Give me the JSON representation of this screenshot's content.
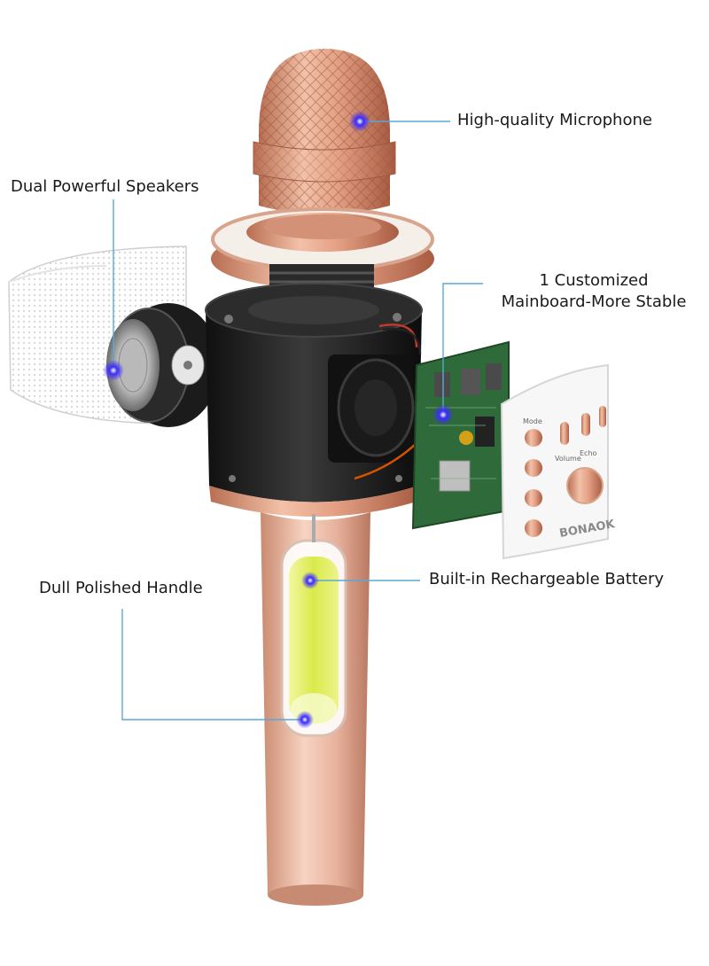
{
  "callouts": {
    "microphone": "High-quality Microphone",
    "speakers": "Dual Powerful Speakers",
    "mainboard_line1": "1 Customized",
    "mainboard_line2": "Mainboard-More Stable",
    "handle": "Dull Polished Handle",
    "battery": "Built-in Rechargeable Battery"
  },
  "panel": {
    "brand": "BONAOK",
    "mode": "Mode",
    "volume": "Volume",
    "echo": "Echo"
  },
  "colors": {
    "leader_line": "#5aa7d6",
    "marker": "#2a1cff",
    "rose_gold": "#e7a58a",
    "body_black": "#1c1c1c",
    "pcb_green": "#2f6b3a",
    "battery_glow": "#e8ef6a"
  }
}
